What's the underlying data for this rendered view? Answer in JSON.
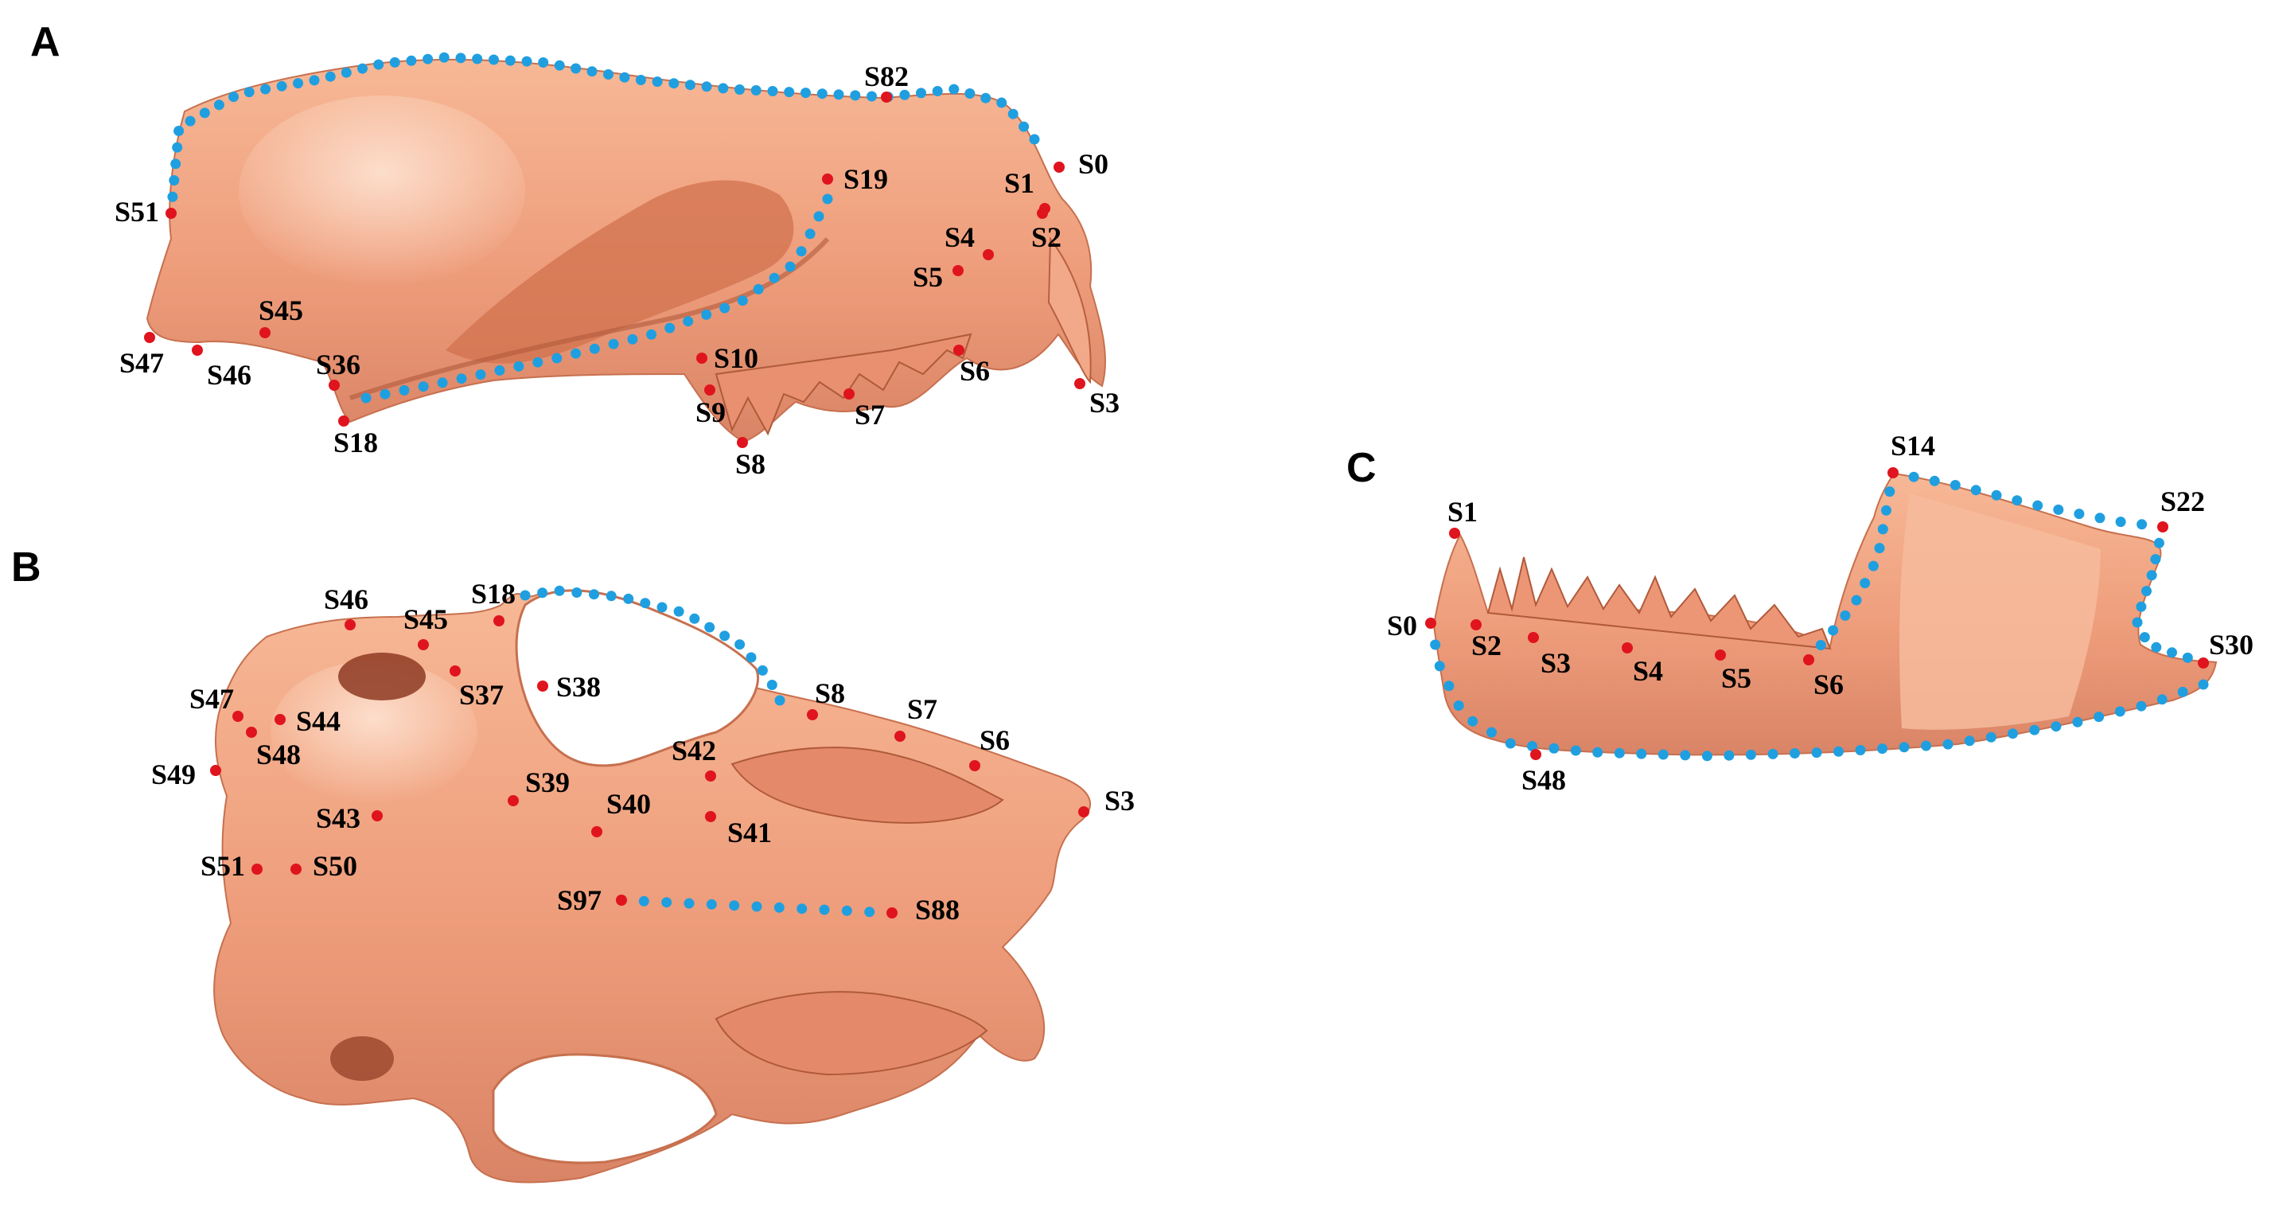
{
  "figure": {
    "colors": {
      "bone": "#f0a07e",
      "bone_shade": "#d77b58",
      "bone_dark": "#a94a30",
      "bone_light": "#fbd3bd",
      "landmark": "#e0141e",
      "semilandmark": "#1f9fe0",
      "label": "#000000"
    },
    "panels": [
      {
        "id": "A",
        "letter": "A",
        "view": "skull-lateral",
        "landmarks": [
          "S82",
          "S0",
          "S1",
          "S2",
          "S19",
          "S51",
          "S4",
          "S5",
          "S45",
          "S47",
          "S46",
          "S36",
          "S10",
          "S6",
          "S9",
          "S3",
          "S7",
          "S18",
          "S8"
        ]
      },
      {
        "id": "B",
        "letter": "B",
        "view": "skull-ventral",
        "landmarks": [
          "S18",
          "S46",
          "S45",
          "S47",
          "S44",
          "S37",
          "S38",
          "S48",
          "S8",
          "S7",
          "S6",
          "S42",
          "S49",
          "S39",
          "S3",
          "S43",
          "S40",
          "S41",
          "S51",
          "S50",
          "S97",
          "S88"
        ]
      },
      {
        "id": "C",
        "letter": "C",
        "view": "mandible-lateral",
        "landmarks": [
          "S14",
          "S1",
          "S22",
          "S0",
          "S2",
          "S3",
          "S4",
          "S5",
          "S6",
          "S30",
          "S48"
        ]
      }
    ]
  }
}
